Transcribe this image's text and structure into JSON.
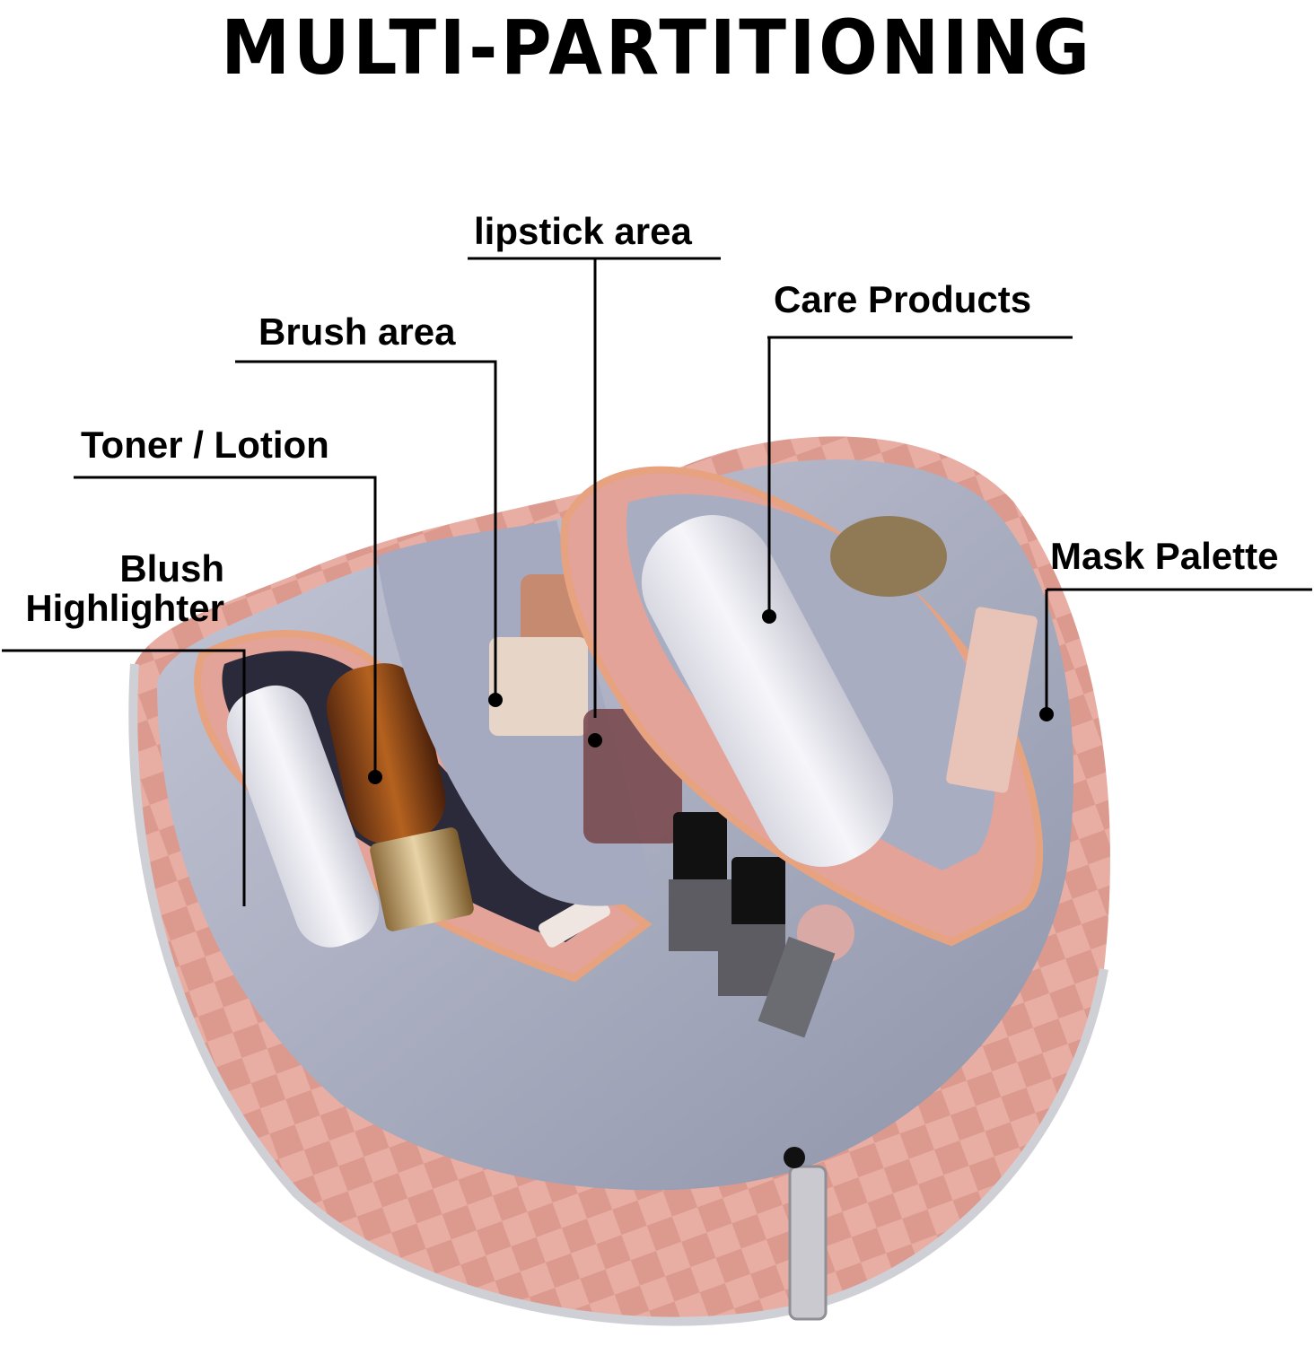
{
  "title": "MULTI-PARTITIONING",
  "callouts": [
    {
      "id": "lipstick",
      "label": "lipstick area"
    },
    {
      "id": "care",
      "label": "Care Products"
    },
    {
      "id": "brush",
      "label": "Brush area"
    },
    {
      "id": "toner",
      "label": "Toner / Lotion"
    },
    {
      "id": "mask",
      "label": "Mask Palette"
    },
    {
      "id": "blush",
      "label_line1": "Blush",
      "label_line2": "Highlighter"
    }
  ],
  "colors": {
    "bag_pink": "#e8a79c",
    "bag_pink_dark": "#d18a80",
    "lining_gray": "#9ea3b8",
    "lining_light": "#b9bccc",
    "zipper_trim": "#e7a27f",
    "callout_line": "#000000"
  }
}
